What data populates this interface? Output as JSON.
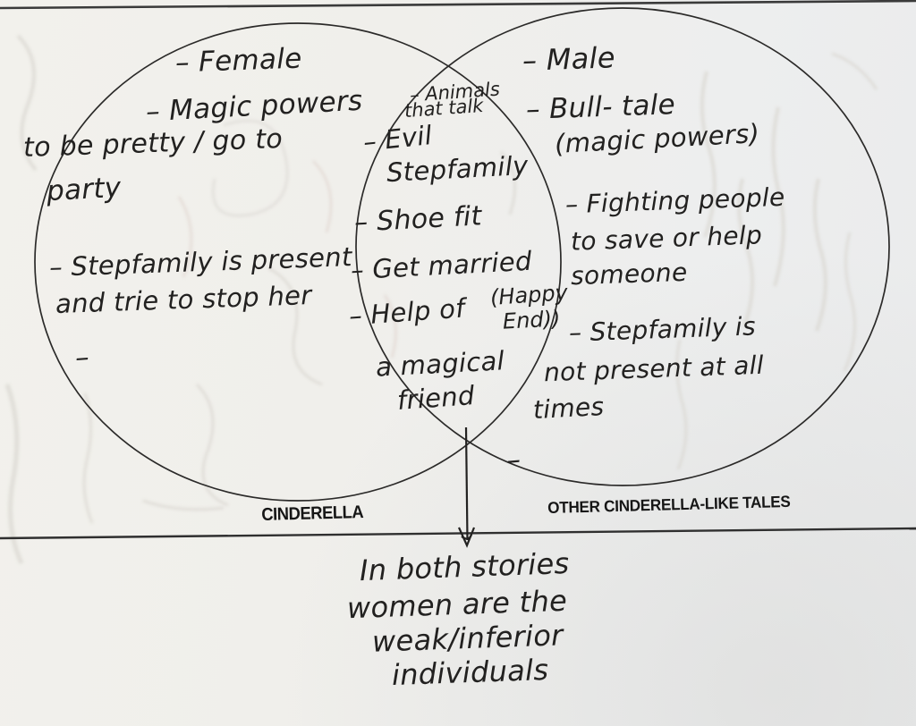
{
  "venn": {
    "left_circle": {
      "label": "CINDERELLA",
      "items": [
        "– Female",
        "– Magic powers",
        "to be pretty / go to",
        "party",
        "– Stepfamily is present",
        "and trie to stop her",
        "–"
      ]
    },
    "overlap": {
      "items": [
        "– Animals",
        "that talk",
        "– Evil",
        "Stepfamily",
        "– Shoe fit",
        "– Get married",
        "(Happy",
        "End))",
        "– Help of",
        "a magical",
        "friend"
      ]
    },
    "right_circle": {
      "label": "OTHER CINDERELLA-LIKE TALES",
      "items": [
        "– Male",
        "– Bull- tale",
        "(magic powers)",
        "– Fighting people",
        "to save or help",
        "someone",
        "– Stepfamily is",
        "not present at all",
        "times",
        "–"
      ]
    },
    "conclusion": {
      "lines": [
        "In both stories",
        "women are the",
        "weak/inferior",
        "individuals"
      ]
    }
  },
  "colors": {
    "ink": "#222120",
    "paper": "#f0efeb",
    "bleed_through": "#d8d5cf"
  }
}
